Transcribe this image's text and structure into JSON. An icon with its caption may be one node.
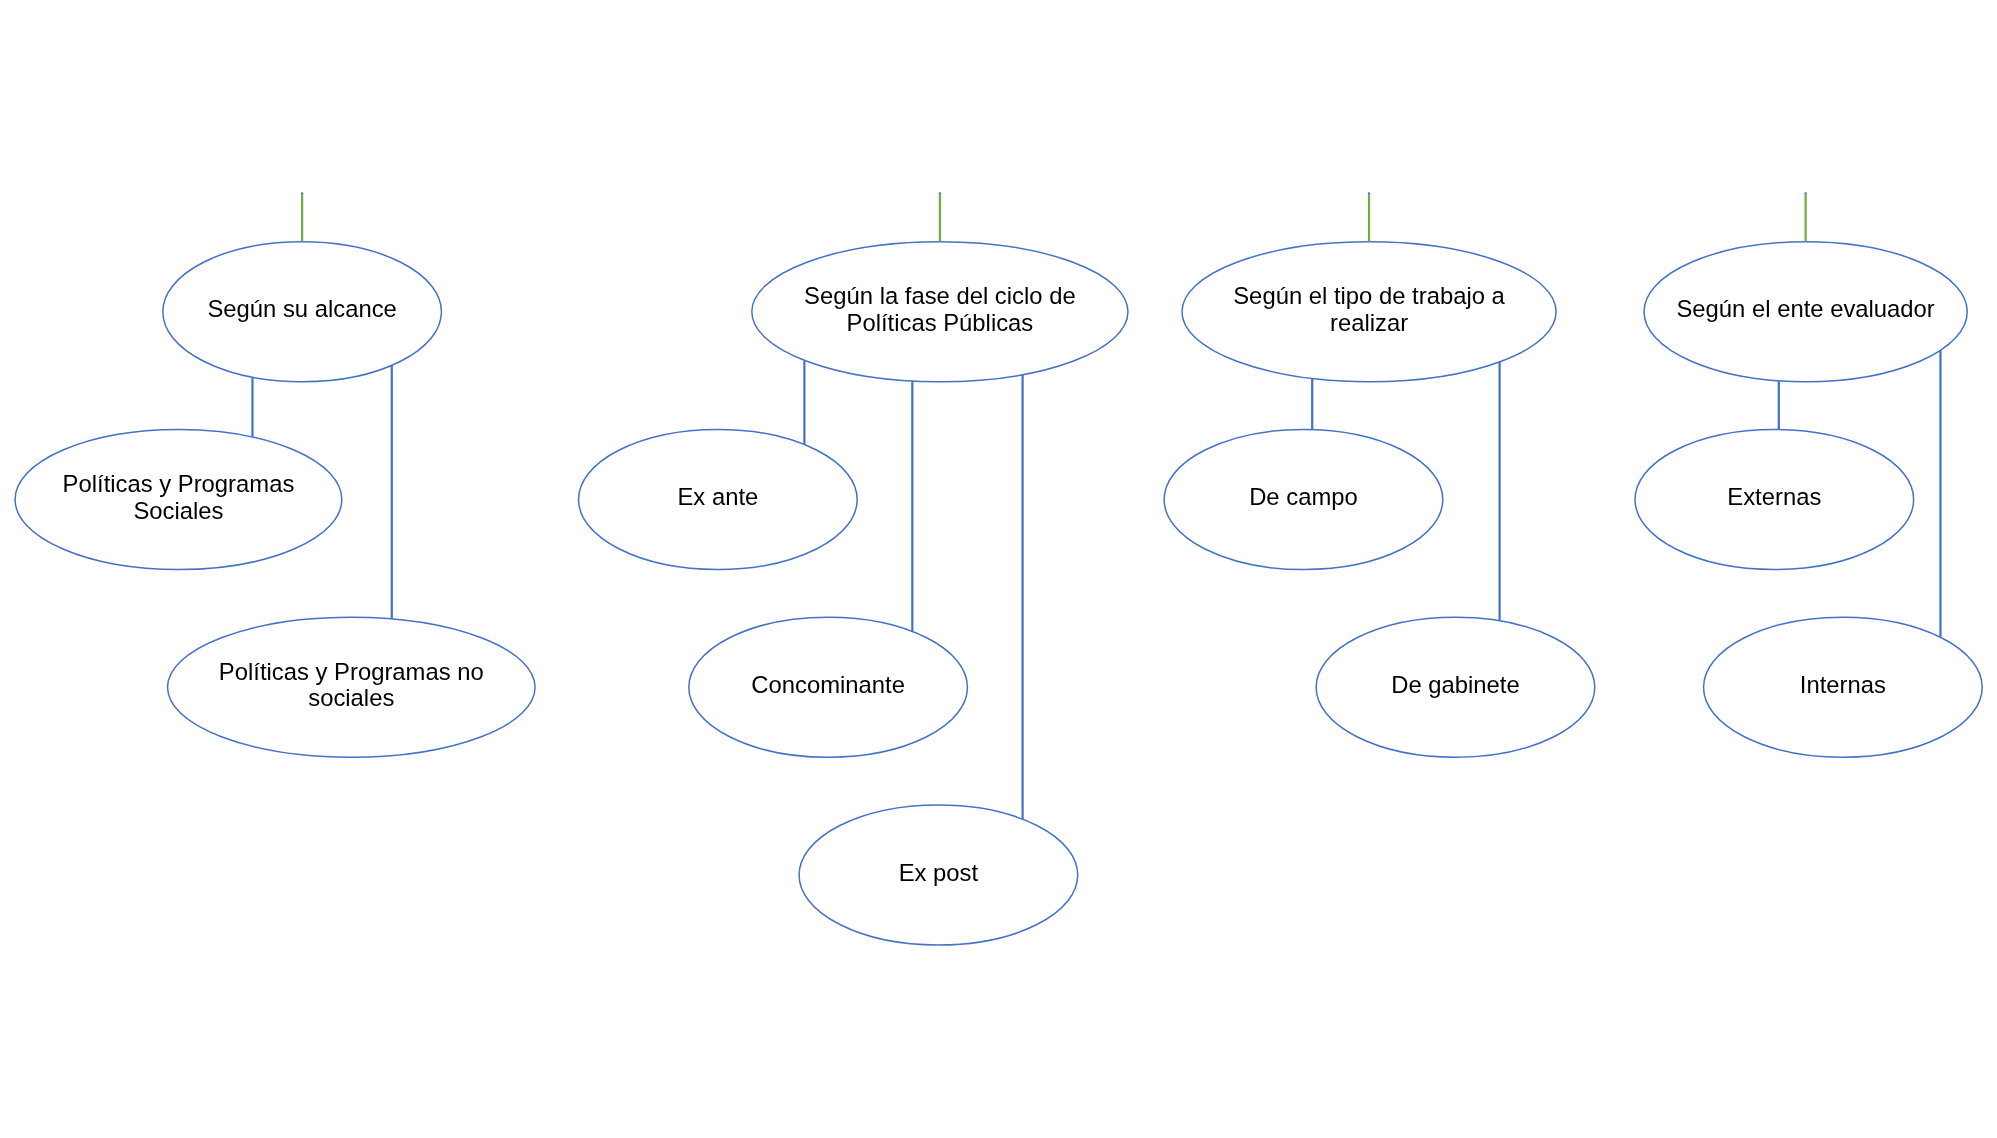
{
  "diagram": {
    "nodes": [
      {
        "text": [
          "Según su alcance"
        ]
      },
      {
        "text": [
          "Según la fase del ciclo de Políticas Públicas"
        ]
      },
      {
        "text": [
          "Según el tipo de trabajo a realizar"
        ]
      },
      {
        "text": [
          "Según el ente evaluador"
        ]
      },
      {
        "text": [
          "Políticas y Programas Sociales"
        ]
      },
      {
        "text": [
          "Políticas y Programas no sociales"
        ]
      },
      {
        "text": [
          "Ex ante"
        ]
      },
      {
        "text": [
          "Concominante"
        ]
      },
      {
        "text": [
          "Ex post"
        ]
      },
      {
        "text": [
          "De campo"
        ]
      },
      {
        "text": [
          "De gabinete"
        ]
      },
      {
        "text": [
          "Externas"
        ]
      },
      {
        "text": [
          "Internas"
        ]
      }
    ],
    "edges": [
      {
        "from": null,
        "to": 0,
        "arrow": "none",
        "color": "#70ad47"
      },
      {
        "from": null,
        "to": 1,
        "arrow": "none",
        "color": "#70ad47"
      },
      {
        "from": null,
        "to": 2,
        "arrow": "none",
        "color": "#70ad47"
      },
      {
        "from": null,
        "to": 3,
        "arrow": "none",
        "color": "#70ad47"
      },
      {
        "from": 0,
        "to": 4,
        "arrow": "none"
      },
      {
        "from": 0,
        "to": 5,
        "arrow": "none"
      },
      {
        "from": 1,
        "to": 6,
        "arrow": "none"
      },
      {
        "from": 1,
        "to": 7,
        "arrow": "none"
      },
      {
        "from": 1,
        "to": 8,
        "arrow": "none"
      },
      {
        "from": 2,
        "to": 9,
        "arrow": "none"
      },
      {
        "from": 2,
        "to": 10,
        "arrow": "none"
      },
      {
        "from": 3,
        "to": 11,
        "arrow": "none"
      },
      {
        "from": 3,
        "to": 12,
        "arrow": "none"
      }
    ]
  }
}
